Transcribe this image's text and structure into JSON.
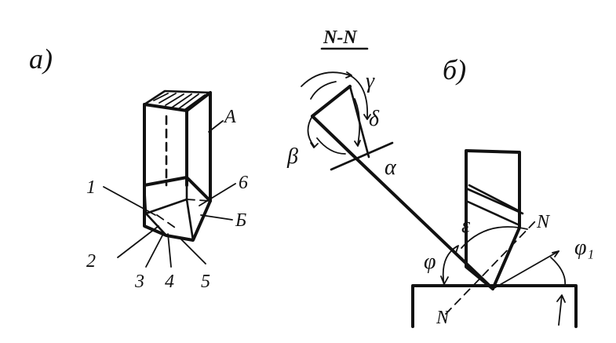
{
  "panel_a": {
    "label": "a)",
    "callouts": {
      "A": "A",
      "B": "Б",
      "n1": "1",
      "n2": "2",
      "n3": "3",
      "n4": "4",
      "n5": "5",
      "n6": "6"
    }
  },
  "panel_b": {
    "label": "б)",
    "section_label": "N-N",
    "angles": {
      "gamma": "γ",
      "delta": "δ",
      "beta": "β",
      "alpha": "α",
      "epsilon": "ε",
      "phi": "φ",
      "phi1": "φ₁"
    },
    "section_marks": {
      "upper": "N",
      "lower": "N"
    }
  },
  "colors": {
    "ink": "#111111",
    "paper": "#ffffff"
  }
}
